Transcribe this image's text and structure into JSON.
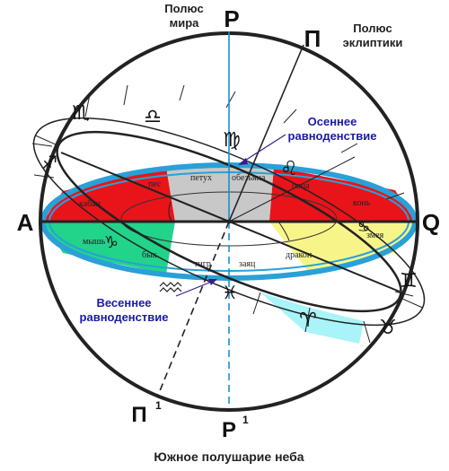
{
  "labels": {
    "north_pole_title": "Полюс\nмира",
    "north_pole_letter": "P",
    "south_pole_letter": "P",
    "south_pole_sup": "1",
    "ecliptic_pole_title": "Полюс\nэклиптики",
    "ecliptic_pole_letter": "П",
    "ecliptic_south_letter": "П",
    "ecliptic_south_sup": "1",
    "east_letter": "A",
    "west_letter": "Q",
    "autumn_equinox": "Осеннее\nравноденствие",
    "spring_equinox": "Весеннее\nравноденствие",
    "bottom_caption": "Южное полушарие неба"
  },
  "zodiac_animals": {
    "pes": "пес",
    "petuh": "петух",
    "obezyana": "обезьяна",
    "ovca": "овца",
    "kon": "конь",
    "zmeya": "змея",
    "drakon": "дракон",
    "zayac": "заяц",
    "tigr": "тигр",
    "byk": "бык",
    "mysh": "мышь",
    "kaban": "кабан"
  },
  "zodiac_signs": {
    "scorpio": "♏",
    "libra": "♎",
    "virgo": "♍",
    "leo": "♌",
    "cancer": "♋",
    "gemini": "♊",
    "taurus": "♉",
    "aries": "♈",
    "pisces": "♓",
    "capricorn": "♑",
    "sagittarius": "♐"
  },
  "colors": {
    "red": "#e8141a",
    "gray": "#c8c8c8",
    "green": "#22d38a",
    "yellow": "#f7f58a",
    "cyan": "#a8f4f8",
    "equator_rim": "#29a0d8",
    "axis_dashed": "#1a8fd0"
  }
}
